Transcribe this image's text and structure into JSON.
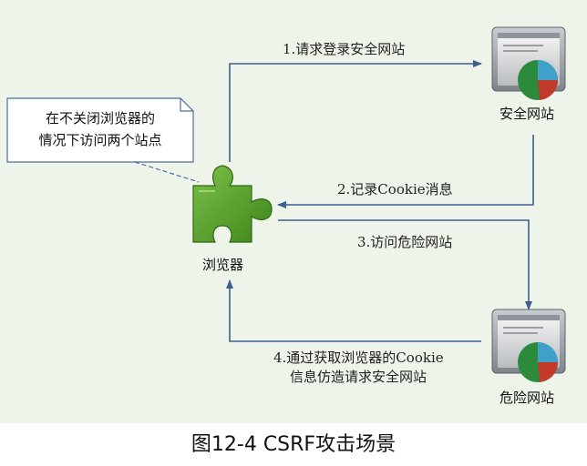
{
  "note": {
    "line1": "在不关闭浏览器的",
    "line2": "情况下访问两个站点"
  },
  "nodes": {
    "browser": "浏览器",
    "safe_site": "安全网站",
    "danger_site": "危险网站"
  },
  "arrows": {
    "a1": "1.请求登录安全网站",
    "a2": "2.记录Cookie消息",
    "a3": "3.访问危险网站",
    "a4_line1": "4.通过获取浏览器的Cookie",
    "a4_line2": "信息仿造请求安全网站"
  },
  "caption": "图12-4 CSRF攻击场景",
  "colors": {
    "arrow": "#3d5f8c",
    "puzzle": "#4f9a23",
    "background": "#eef4ea"
  }
}
